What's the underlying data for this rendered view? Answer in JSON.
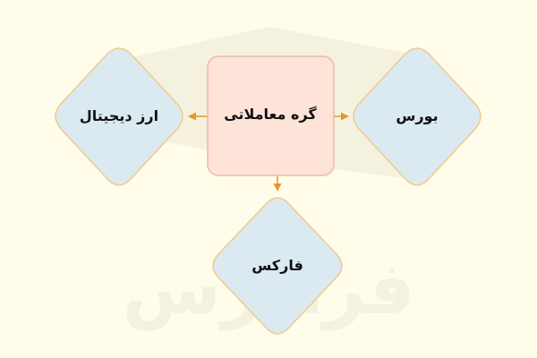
{
  "diagram": {
    "center": {
      "label": "گره معاملاتی",
      "fill": "#fde3d8",
      "stroke": "#f0b8a6"
    },
    "left": {
      "label": "ارز دیجیتال",
      "fill": "#dbe9f1",
      "stroke": "#f2c98c"
    },
    "right": {
      "label": "بورس",
      "fill": "#dbe9f1",
      "stroke": "#f2c98c"
    },
    "bottom": {
      "label": "فارکس",
      "fill": "#dbe9f1",
      "stroke": "#f2c98c"
    },
    "connector_color": "#e8962a"
  },
  "watermark": {
    "text": "فرادرس",
    "color": "#f4f2de"
  }
}
